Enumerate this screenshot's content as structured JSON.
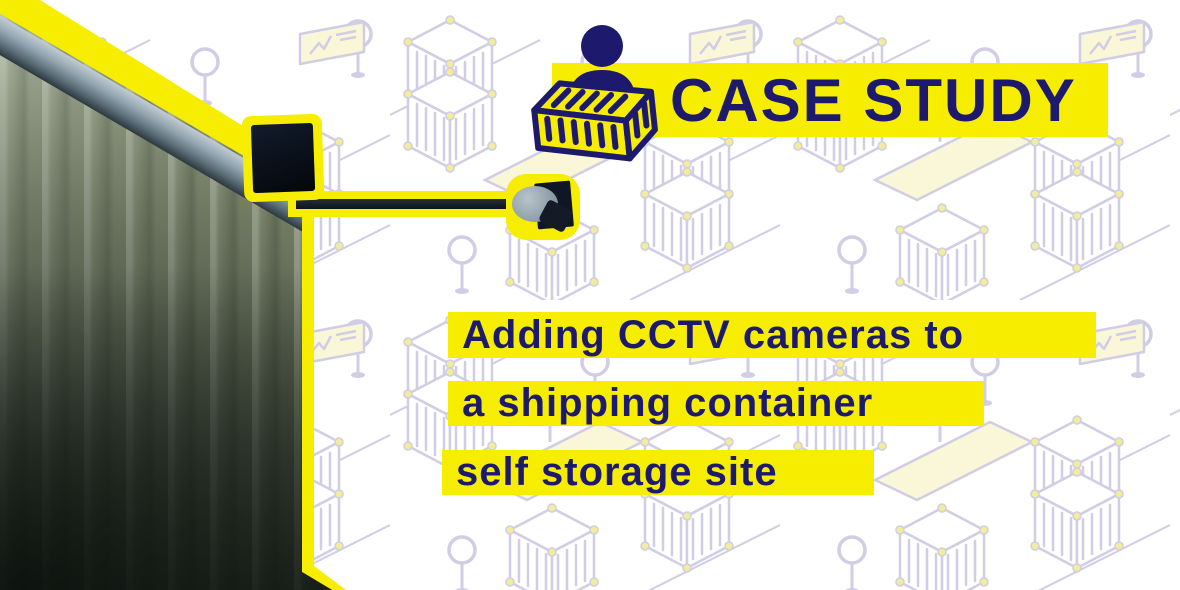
{
  "banner": {
    "label": "CASE STUDY"
  },
  "headline": {
    "lines": [
      "Adding CCTV cameras to",
      "a shipping container",
      "self storage site"
    ]
  },
  "media": {
    "photo_alt": "Green corrugated shipping container wall with a black floodlight box and a pole-mounted CCTV camera, cut out with a thick yellow outline",
    "badge_icon": "person-with-shipping-container-icon",
    "background_motif": "isometric shipping-container city line art with trees, lamps, walkways and billboards"
  },
  "colors": {
    "accent_yellow": "#F6ED00",
    "navy": "#1D1A6E",
    "pattern_lavender": "#C4C0DE",
    "pattern_pale_yellow": "#F9F5D0",
    "dot_yellow": "#F1E97E",
    "wall_olive": "#7F8A6D"
  }
}
